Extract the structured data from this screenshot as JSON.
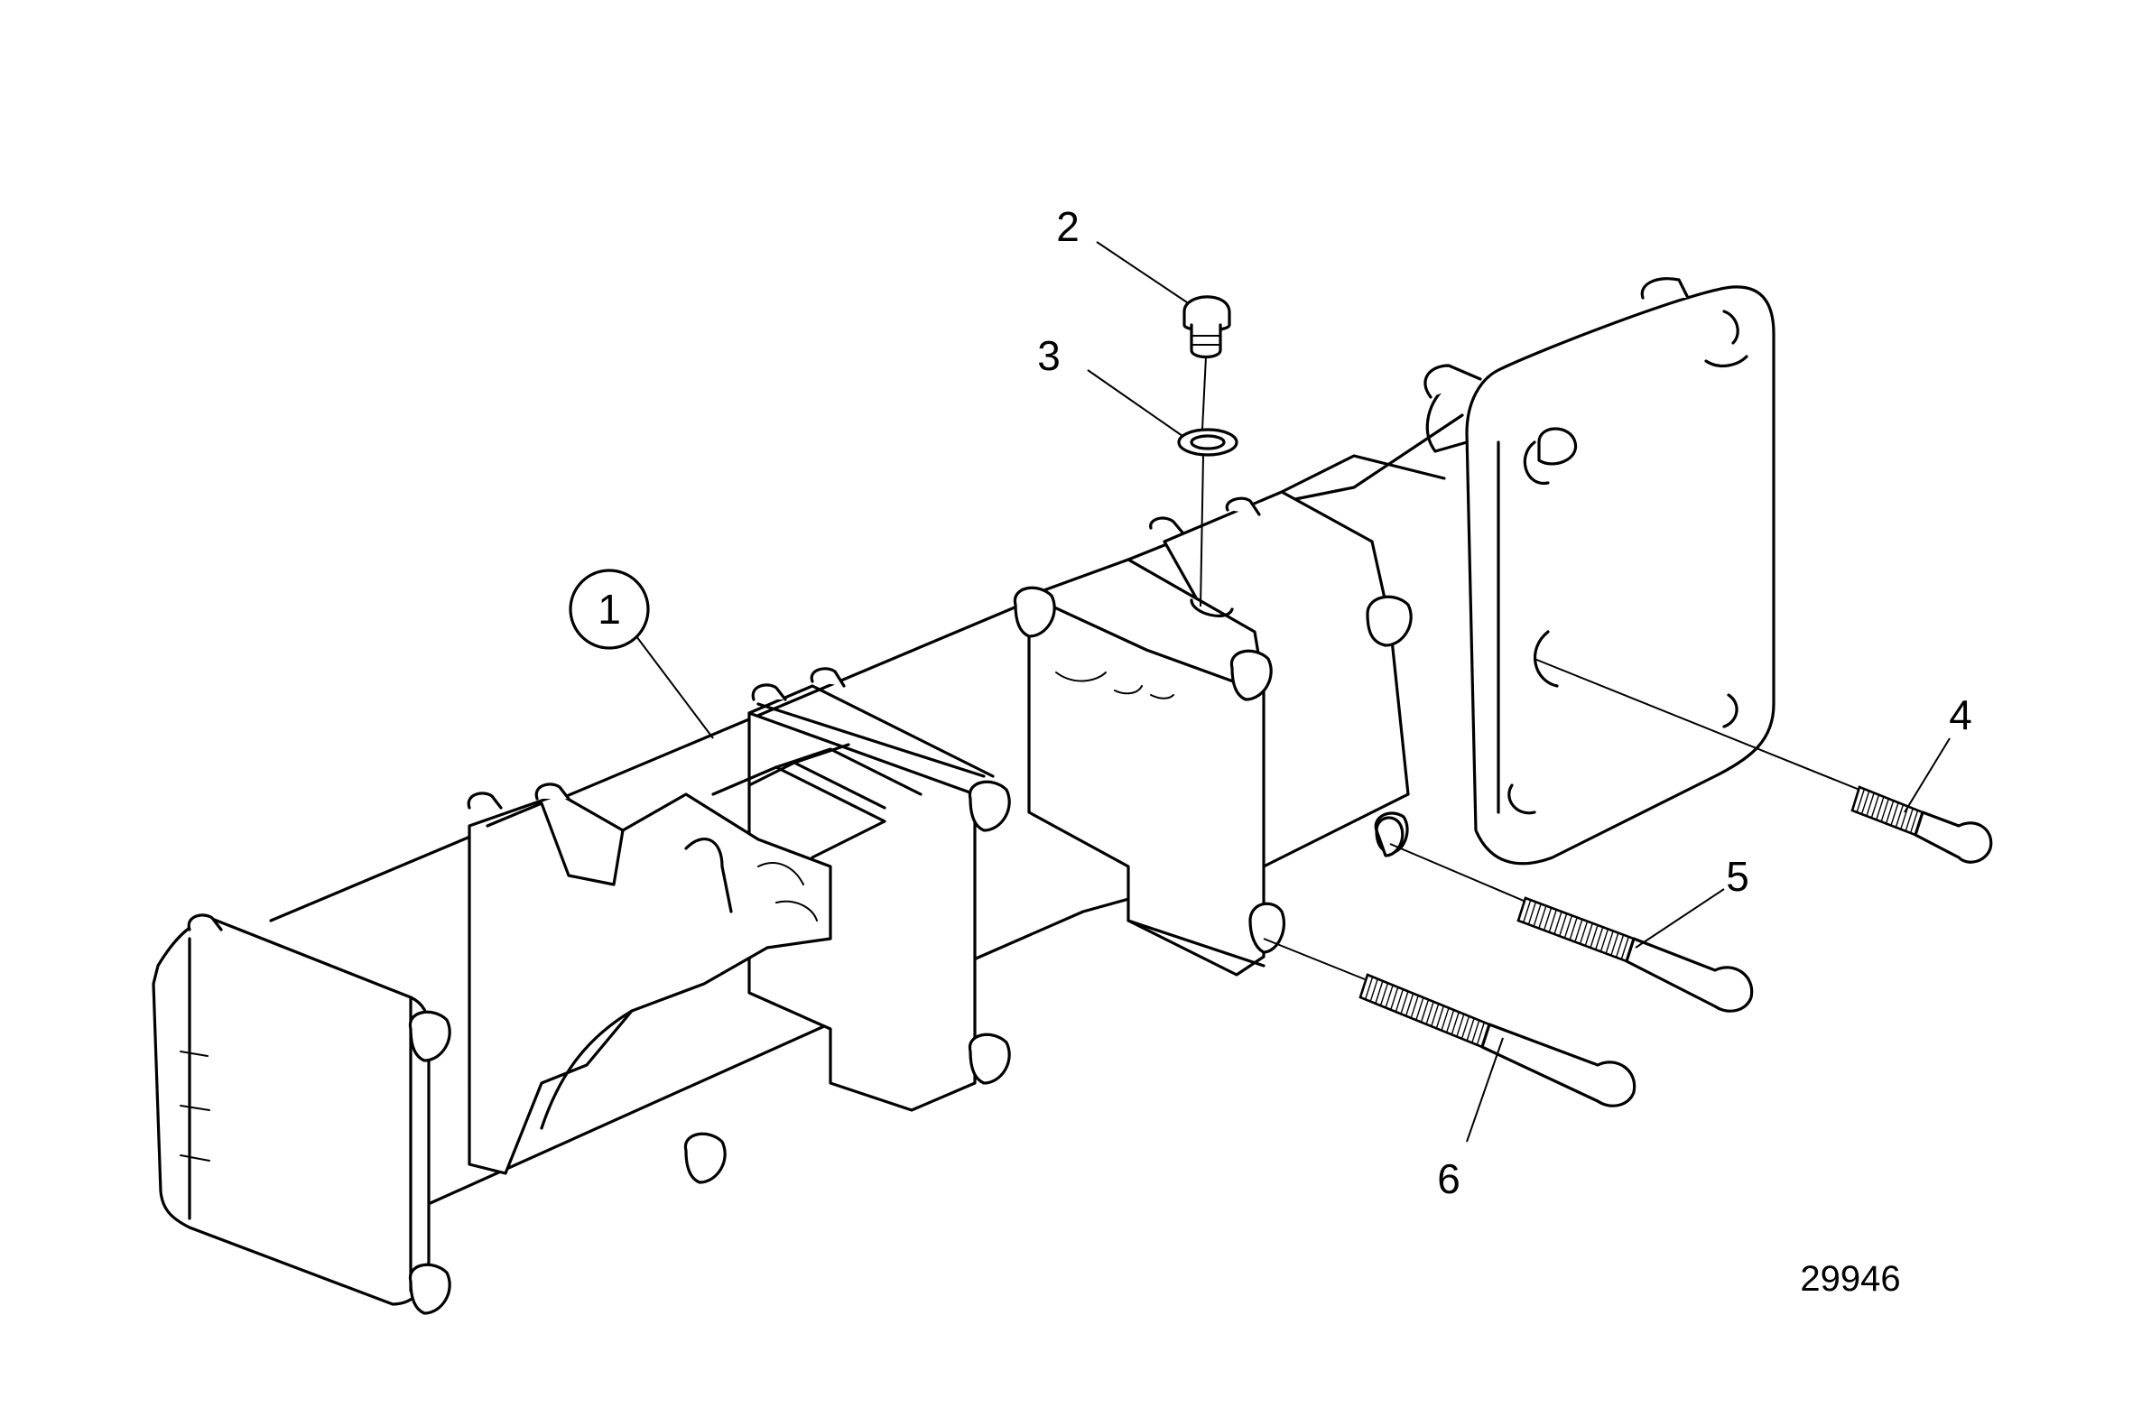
{
  "diagram": {
    "reference_number": "29946",
    "callouts": [
      {
        "id": "1",
        "label": "1",
        "circled": true
      },
      {
        "id": "2",
        "label": "2",
        "circled": false
      },
      {
        "id": "3",
        "label": "3",
        "circled": false
      },
      {
        "id": "4",
        "label": "4",
        "circled": false
      },
      {
        "id": "5",
        "label": "5",
        "circled": false
      },
      {
        "id": "6",
        "label": "6",
        "circled": false
      }
    ]
  },
  "colors": {
    "line": "#000000",
    "background": "#ffffff"
  }
}
